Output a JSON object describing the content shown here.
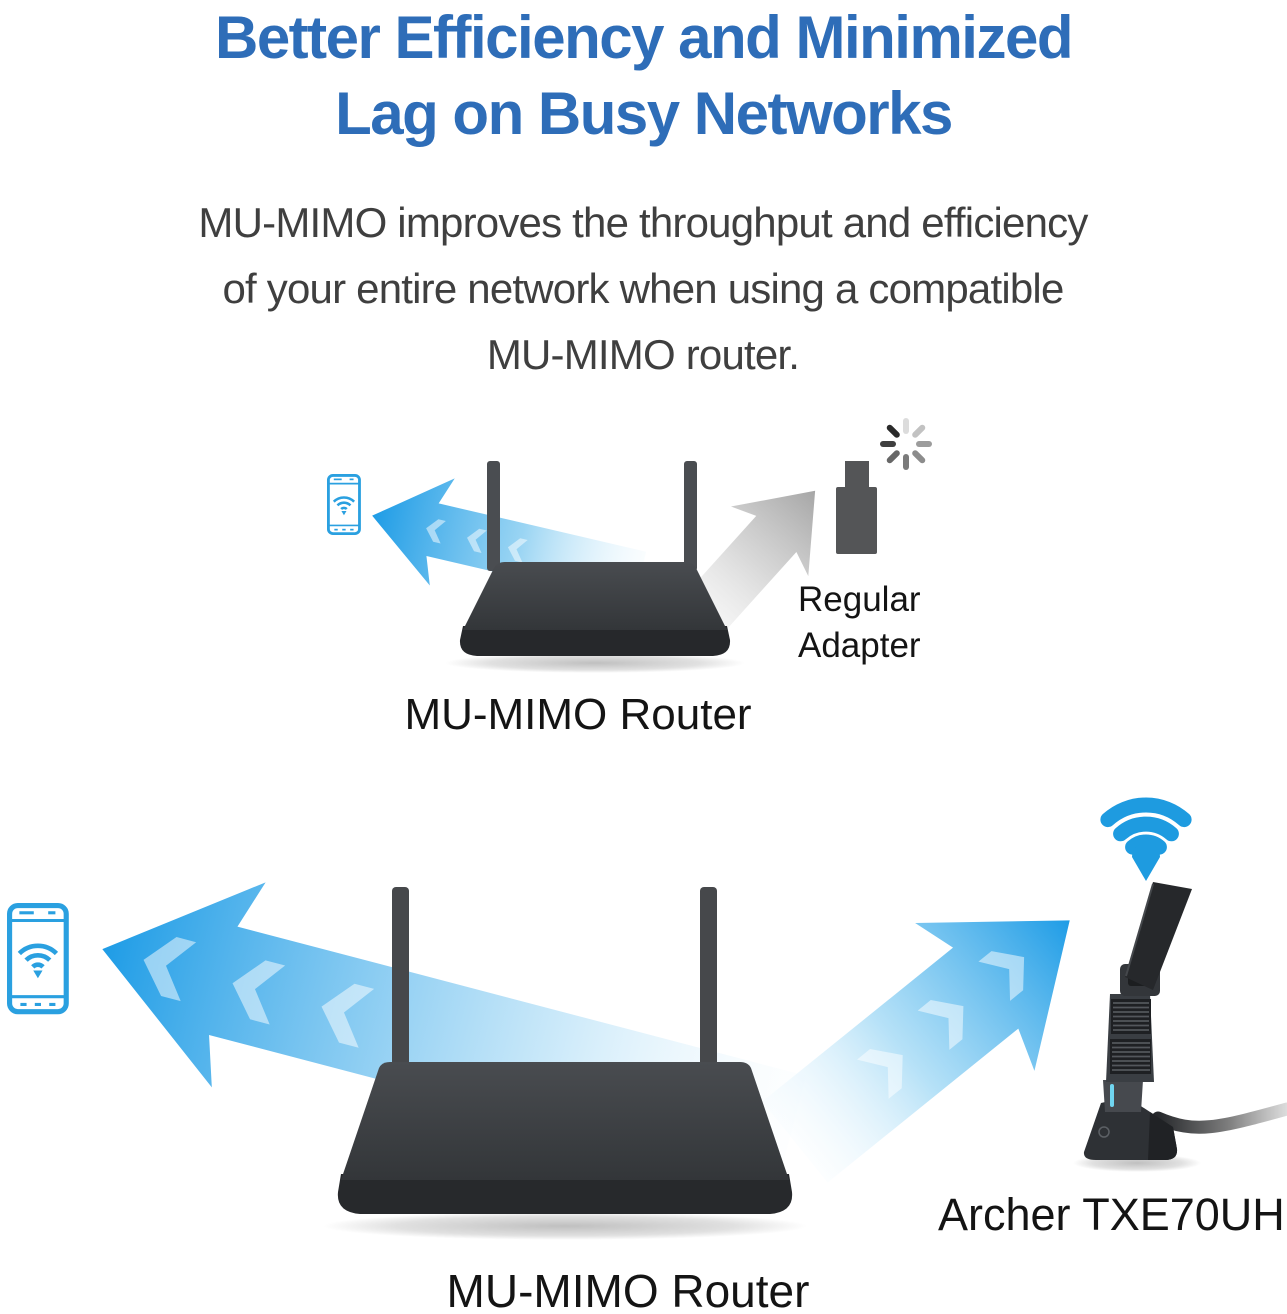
{
  "header": {
    "title_line1": "Better Efficiency and Minimized",
    "title_line2": "Lag on Busy Networks",
    "subtitle_line1": "MU-MIMO improves the throughput and efficiency",
    "subtitle_line2": "of your entire network when using a compatible",
    "subtitle_line3": "MU-MIMO router."
  },
  "top_diagram": {
    "router_label": "MU-MIMO Router",
    "adapter_label": "Regular Adapter"
  },
  "bottom_diagram": {
    "product_label": "Archer TXE70UH",
    "router_label": "MU-MIMO Router"
  },
  "icons": {
    "smartphone-wifi-icon": "blue outlined phone with wifi arcs",
    "wifi-signal-icon": "solid blue wifi arcs with dot",
    "buffering-spinner-icon": "8-ray gray loading spinner",
    "usb-adapter-icon": "gray usb dongle silhouette",
    "signal-arrow-icon": "blue gradient arrow with chevrons",
    "weak-signal-arrow-icon": "gray gradient arrow"
  },
  "colors": {
    "headline_blue": "#2E6DB8",
    "body_text": "#3F3F3F",
    "label_text": "#141414",
    "arrow_blue": "#1E9CE6",
    "arrow_blue_light": "#DFF2FC",
    "device_icon_blue": "#2AA0E0",
    "wifi_blue": "#1E9BE0",
    "arrow_gray": "#A6A6A6",
    "router_body_dark": "#3A3D41",
    "led_cyan": "#70D5F0"
  }
}
